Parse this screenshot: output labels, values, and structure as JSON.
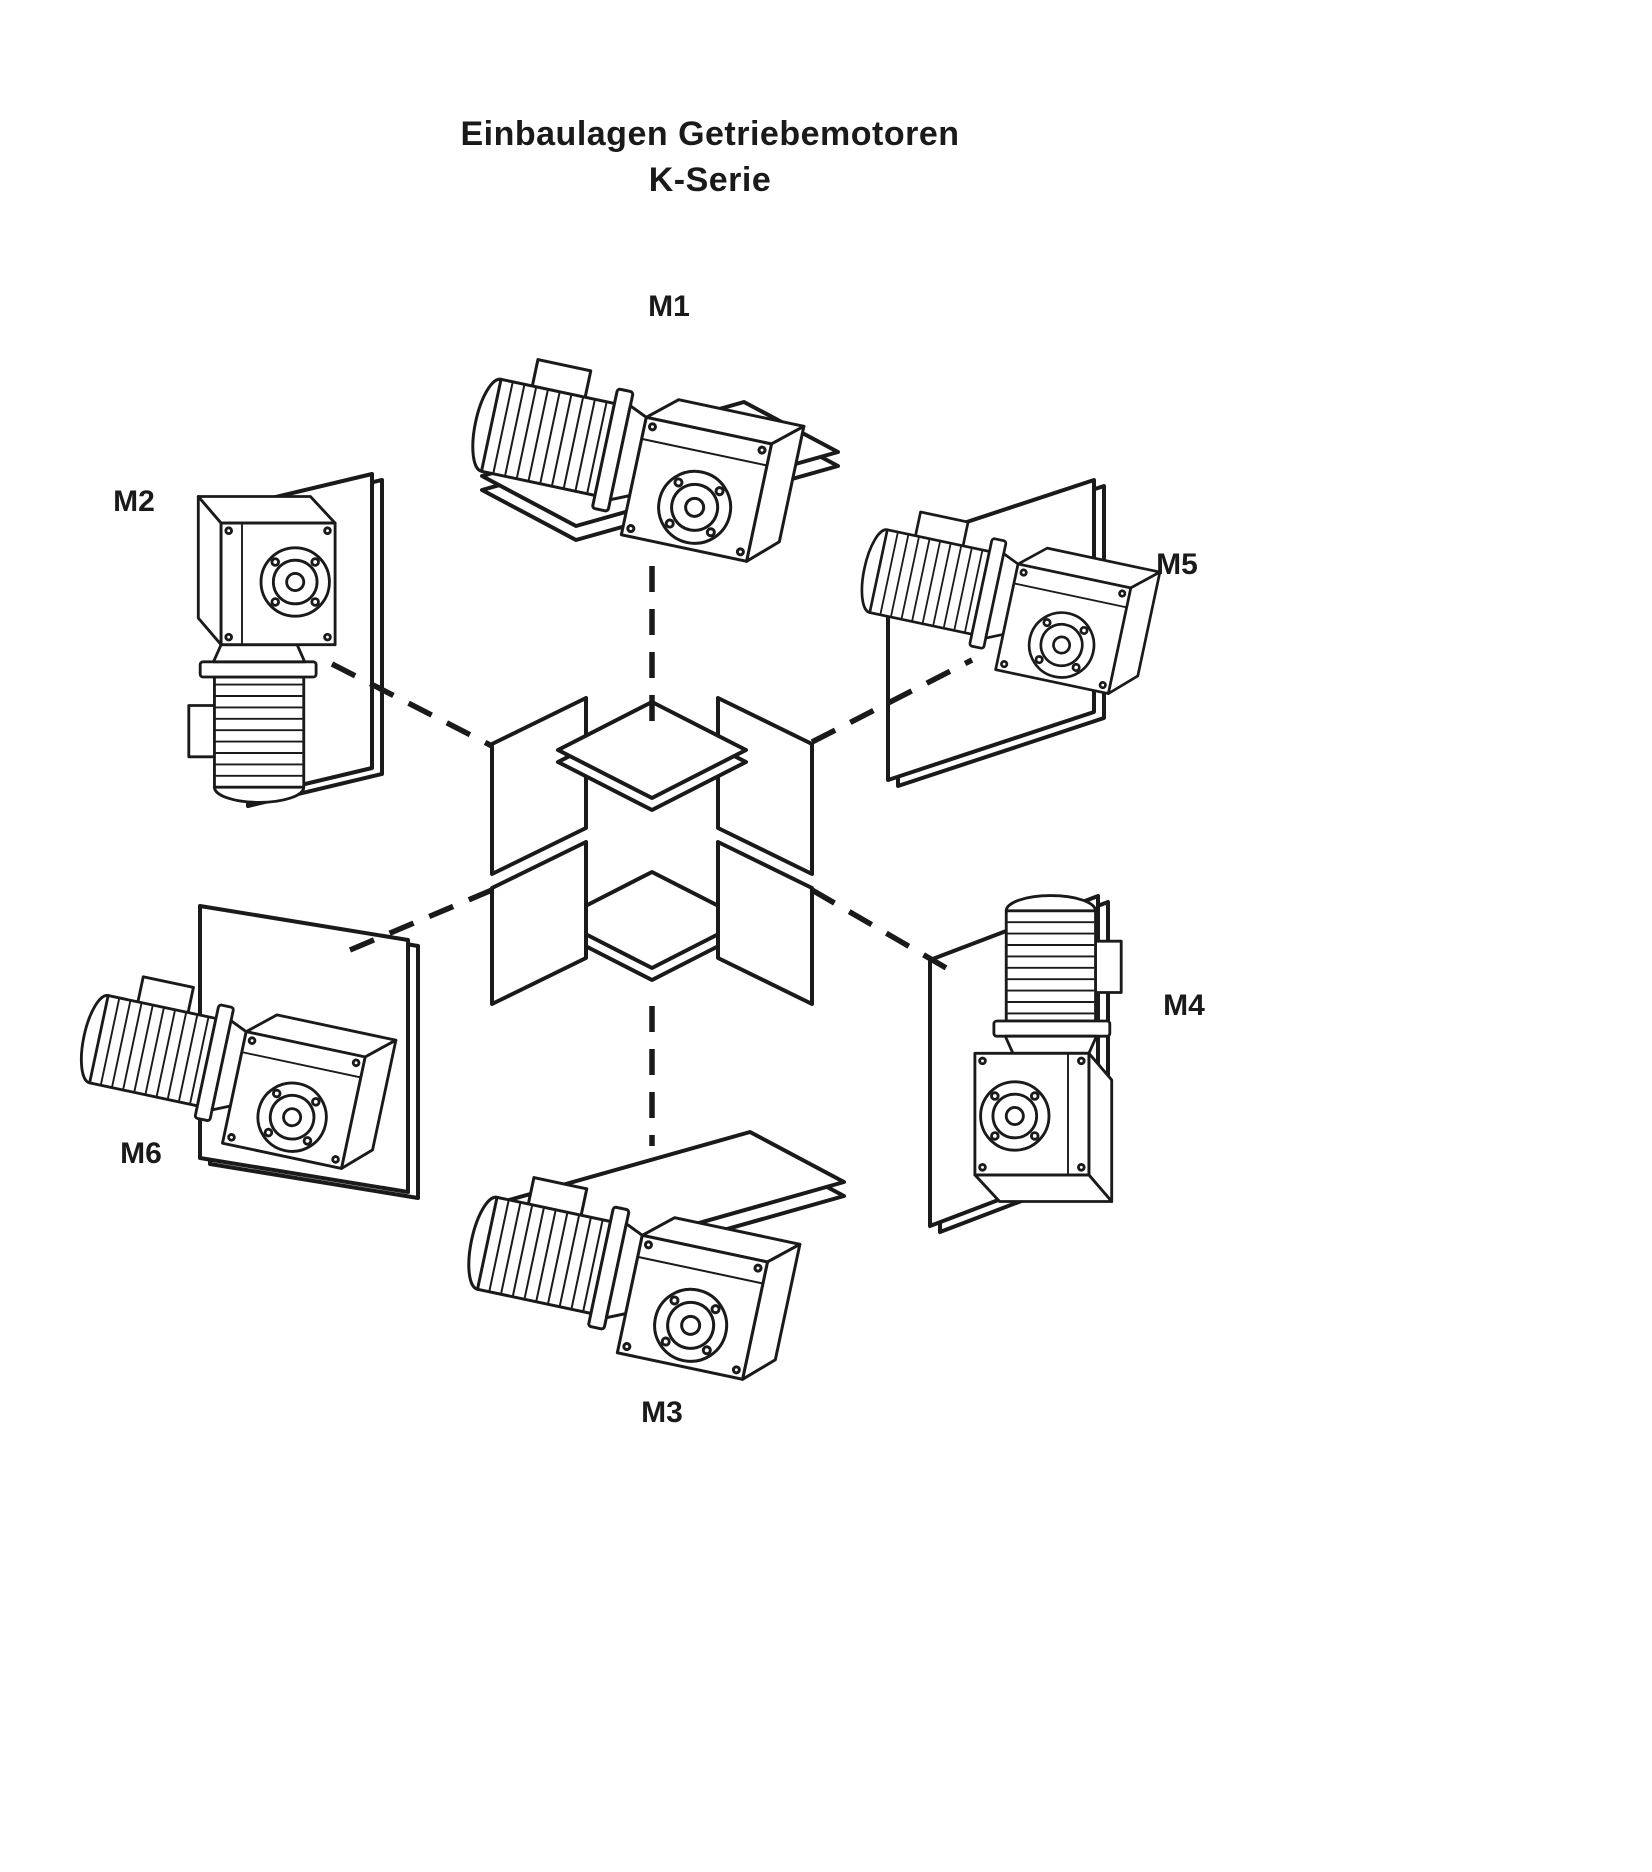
{
  "title": {
    "line1": "Einbaulagen Getriebemotoren",
    "line2": "K-Serie"
  },
  "positions": [
    {
      "id": "m1",
      "label": "M1"
    },
    {
      "id": "m2",
      "label": "M2"
    },
    {
      "id": "m3",
      "label": "M3"
    },
    {
      "id": "m4",
      "label": "M4"
    },
    {
      "id": "m5",
      "label": "M5"
    },
    {
      "id": "m6",
      "label": "M6"
    }
  ],
  "colors": {
    "ink": "#1a1a1a",
    "background": "#ffffff"
  }
}
